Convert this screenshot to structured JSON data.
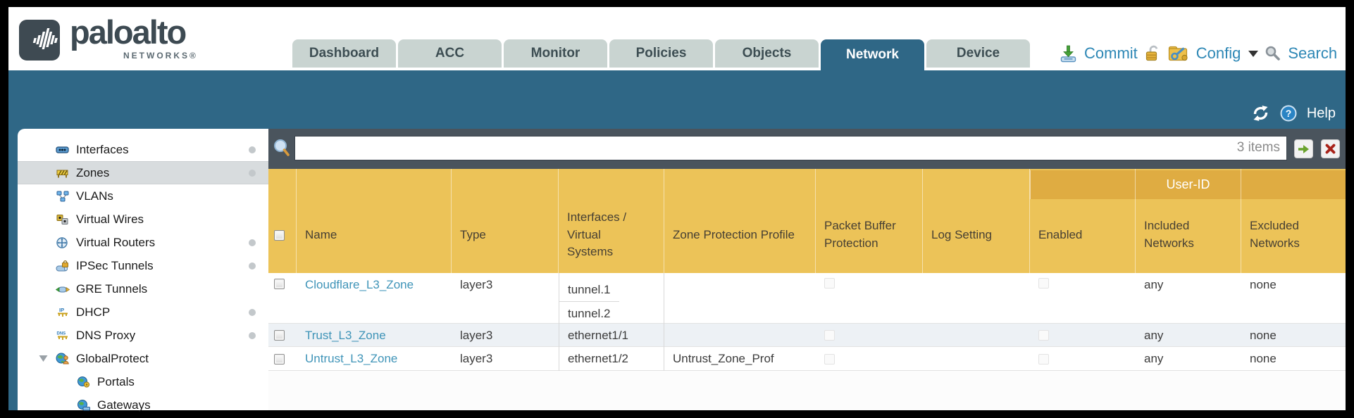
{
  "brand": {
    "name": "paloalto",
    "sub": "NETWORKS®"
  },
  "nav": {
    "tabs": [
      {
        "label": "Dashboard",
        "active": false
      },
      {
        "label": "ACC",
        "active": false
      },
      {
        "label": "Monitor",
        "active": false
      },
      {
        "label": "Policies",
        "active": false
      },
      {
        "label": "Objects",
        "active": false
      },
      {
        "label": "Network",
        "active": true
      },
      {
        "label": "Device",
        "active": false
      }
    ]
  },
  "utilities": {
    "commit_label": "Commit",
    "config_label": "Config",
    "search_label": "Search"
  },
  "band": {
    "help_label": "Help"
  },
  "sidebar": {
    "items": [
      {
        "label": "Interfaces",
        "icon": "interfaces-icon",
        "has_dot": true,
        "selected": false
      },
      {
        "label": "Zones",
        "icon": "zones-icon",
        "has_dot": true,
        "selected": true
      },
      {
        "label": "VLANs",
        "icon": "vlans-icon",
        "has_dot": false,
        "selected": false
      },
      {
        "label": "Virtual Wires",
        "icon": "virtual-wires-icon",
        "has_dot": false,
        "selected": false
      },
      {
        "label": "Virtual Routers",
        "icon": "virtual-routers-icon",
        "has_dot": true,
        "selected": false
      },
      {
        "label": "IPSec Tunnels",
        "icon": "ipsec-tunnels-icon",
        "has_dot": true,
        "selected": false
      },
      {
        "label": "GRE Tunnels",
        "icon": "gre-tunnels-icon",
        "has_dot": false,
        "selected": false
      },
      {
        "label": "DHCP",
        "icon": "dhcp-icon",
        "has_dot": true,
        "selected": false
      },
      {
        "label": "DNS Proxy",
        "icon": "dns-proxy-icon",
        "has_dot": true,
        "selected": false
      },
      {
        "label": "GlobalProtect",
        "icon": "globalprotect-icon",
        "has_dot": false,
        "selected": false,
        "expanded": true
      },
      {
        "label": "Portals",
        "icon": "portals-icon",
        "has_dot": false,
        "selected": false,
        "indent": true
      },
      {
        "label": "Gateways",
        "icon": "gateways-icon",
        "has_dot": false,
        "selected": false,
        "indent": true
      }
    ]
  },
  "toolbar": {
    "search_value": "",
    "items_count": "3 items"
  },
  "table": {
    "columns": [
      "Name",
      "Type",
      "Interfaces / Virtual Systems",
      "Zone Protection Profile",
      "Packet Buffer Protection",
      "Log Setting"
    ],
    "user_id": {
      "label": "User-ID",
      "columns": [
        "Enabled",
        "Included Networks",
        "Excluded Networks"
      ]
    },
    "rows": [
      {
        "name": "Cloudflare_L3_Zone",
        "type": "layer3",
        "interfaces": [
          "tunnel.1",
          "tunnel.2"
        ],
        "zone_protection_profile": "",
        "packet_buffer_protection": false,
        "log_setting": "",
        "user_id_enabled": false,
        "included_networks": "any",
        "excluded_networks": "none"
      },
      {
        "name": "Trust_L3_Zone",
        "type": "layer3",
        "interfaces": [
          "ethernet1/1"
        ],
        "zone_protection_profile": "",
        "packet_buffer_protection": false,
        "log_setting": "",
        "user_id_enabled": false,
        "included_networks": "any",
        "excluded_networks": "none"
      },
      {
        "name": "Untrust_L3_Zone",
        "type": "layer3",
        "interfaces": [
          "ethernet1/2"
        ],
        "zone_protection_profile": "Untrust_Zone_Prof",
        "packet_buffer_protection": false,
        "log_setting": "",
        "user_id_enabled": false,
        "included_networks": "any",
        "excluded_networks": "none"
      }
    ]
  },
  "colors": {
    "teal": "#2f6786",
    "toolbar_dark": "#4a545d",
    "gold": "#ecc358",
    "gold_dark": "#dfac42",
    "link_blue": "#3f94b8",
    "tab_inactive": "#c9d4d1",
    "alt_row": "#edf1f5",
    "frame": "#000000"
  }
}
